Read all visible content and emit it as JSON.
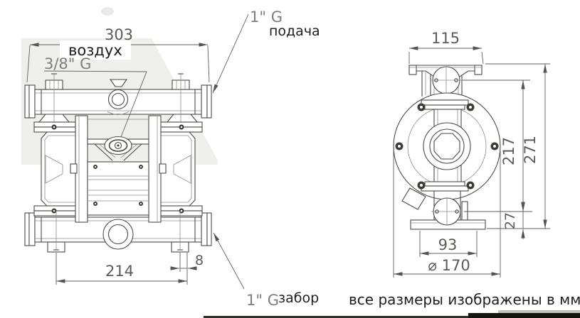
{
  "front_view": {
    "dims": {
      "overall_width": "303",
      "feet_spacing": "214",
      "foot_offset": "8"
    },
    "labels": {
      "air": "воздух",
      "air_port_thread": "3/8\" G",
      "discharge_thread": "1\" G",
      "discharge": "подача",
      "suction_thread": "1\" G",
      "suction": "забор"
    }
  },
  "side_view": {
    "dims": {
      "flange_width": "115",
      "port_center_height": "217",
      "overall_height": "271",
      "foot_to_port_center": "27",
      "foot_width": "93",
      "flange_diameter": "⌀ 170"
    }
  },
  "note_mm": "все размеры изображены в мм"
}
